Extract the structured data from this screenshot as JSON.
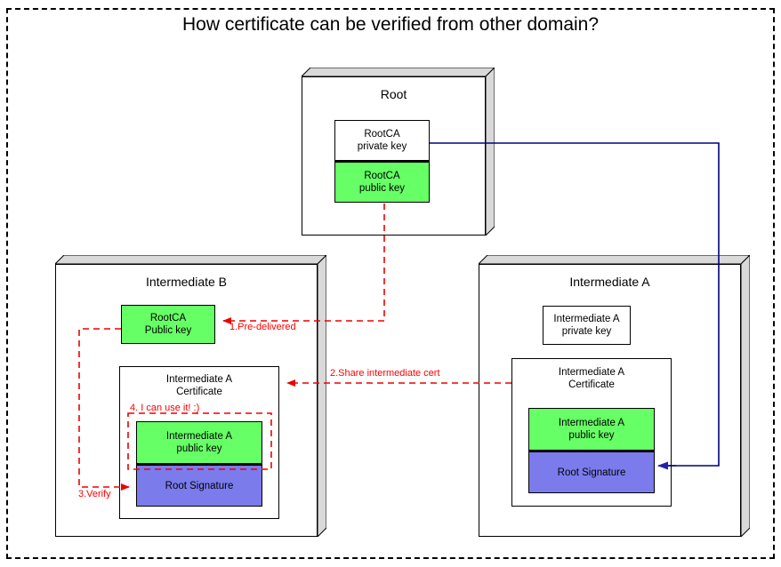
{
  "title": "How certificate can be verified from other domain?",
  "containers": {
    "root": {
      "label": "Root",
      "keys": {
        "private": "RootCA\nprivate key",
        "public": "RootCA\npublic key"
      }
    },
    "intermediate_b": {
      "label": "Intermediate B",
      "rootca_public": "RootCA\nPublic key",
      "certificate": {
        "title": "Intermediate A\nCertificate",
        "public_key": "Intermediate A\npublic key",
        "signature": "Root Signature"
      }
    },
    "intermediate_a": {
      "label": "Intermediate A",
      "private_key": "Intermediate A\nprivate key",
      "certificate": {
        "title": "Intermediate A\nCertificate",
        "public_key": "Intermediate A\npublic key",
        "signature": "Root Signature"
      }
    }
  },
  "annotations": {
    "step1": "1.Pre-delivered",
    "step2": "2.Share intermediate cert",
    "step3": "3.Verify",
    "step4": "4. I can use it! :)"
  },
  "colors": {
    "public_key_green": "#66ff66",
    "signature_blue": "#7b7bec",
    "annotation_red": "#ff0000",
    "signing_line_blue": "#000080",
    "box_shadow_gray": "#d9d9d9",
    "frame_black": "#000000"
  }
}
